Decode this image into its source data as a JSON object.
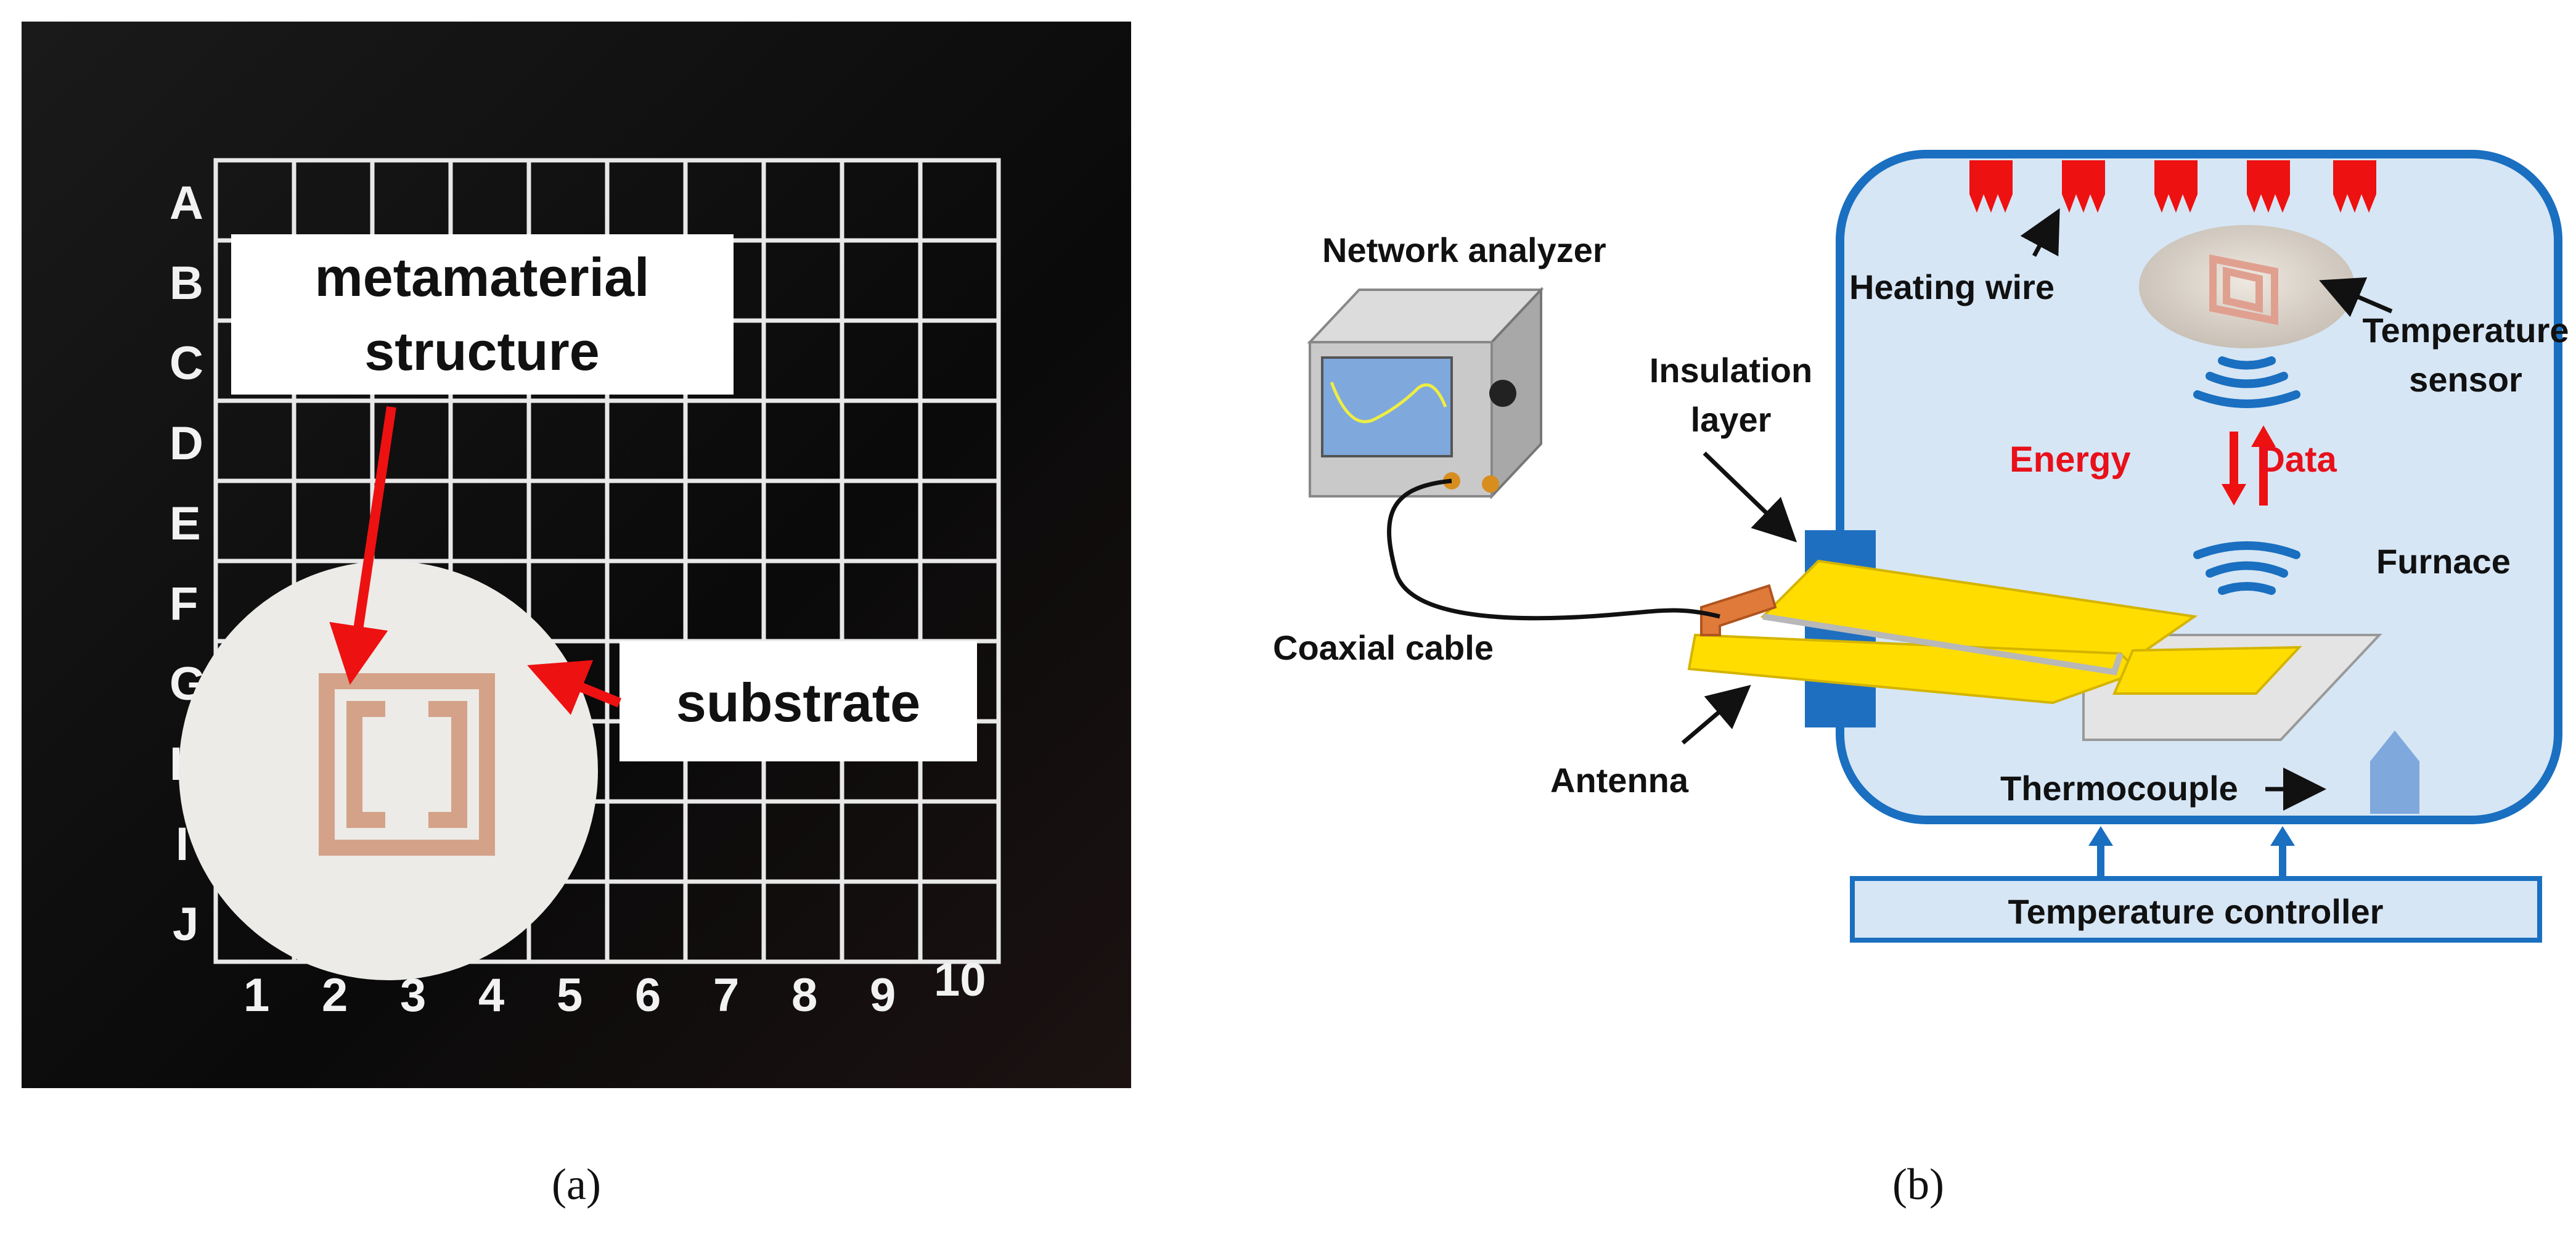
{
  "panel_a": {
    "caption": "(a)",
    "label_metamaterial_line1": "metamaterial",
    "label_metamaterial_line2": "structure",
    "label_substrate": "substrate",
    "row_labels": [
      "A",
      "B",
      "C",
      "D",
      "E",
      "F",
      "G",
      "H",
      "I",
      "J"
    ],
    "col_labels": [
      "1",
      "2",
      "3",
      "4",
      "5",
      "6",
      "7",
      "8",
      "9",
      "10"
    ]
  },
  "panel_b": {
    "caption": "(b)",
    "network_analyzer": "Network analyzer",
    "coaxial_cable": "Coaxial cable",
    "insulation_line1": "Insulation",
    "insulation_line2": "layer",
    "antenna": "Antenna",
    "heating_wire": "Heating wire",
    "temperature_sensor_line1": "Temperature",
    "temperature_sensor_line2": "sensor",
    "energy": "Energy",
    "data": "Data",
    "furnace": "Furnace",
    "thermocouple": "Thermocouple",
    "temperature_controller": "Temperature controller"
  },
  "colors": {
    "red_label": "#e8101a",
    "furnace_border": "#1a6fc0",
    "furnace_fill": "#d6e6f5",
    "antenna_yellow": "#ffdd00",
    "heater_red": "#ee1111",
    "insulation_blue": "#1f6fc0"
  }
}
